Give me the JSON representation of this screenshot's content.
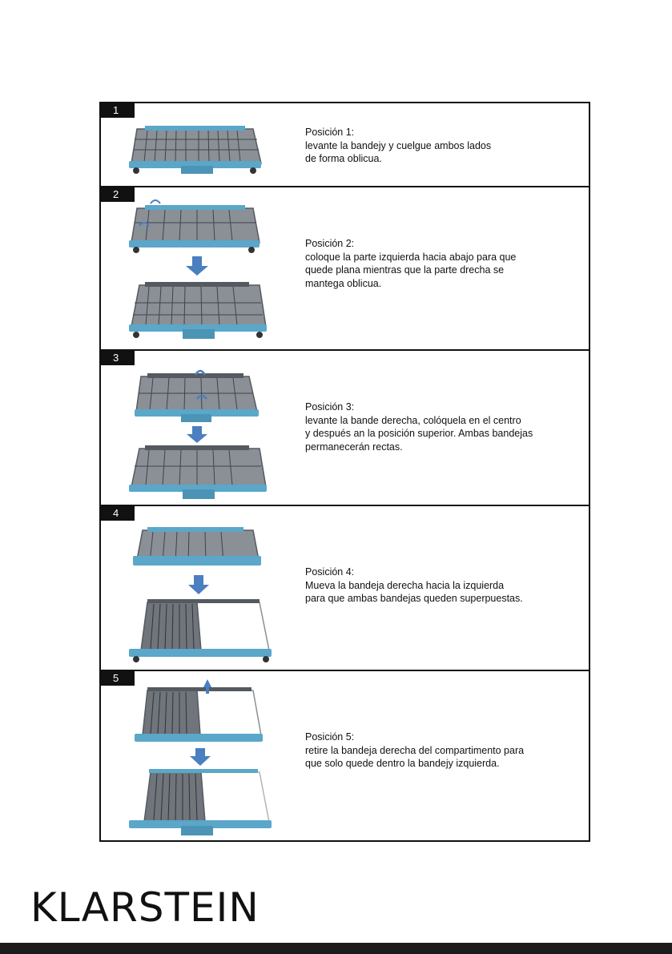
{
  "brand": "KLARSTEIN",
  "colors": {
    "rack_blue": "#5aa7c9",
    "rack_grey": "#555a60",
    "arrow_blue": "#4a7fc0",
    "label_bg": "#111111"
  },
  "steps": [
    {
      "number": "1",
      "title": "Posición 1:",
      "lines": [
        "levante la bandejy y cuelgue ambos lados",
        "de forma oblicua."
      ]
    },
    {
      "number": "2",
      "title": "Posición 2:",
      "lines": [
        "coloque la parte izquierda hacia abajo para que",
        "quede plana mientras que la parte drecha se",
        "mantega oblicua."
      ]
    },
    {
      "number": "3",
      "title": "Posición 3:",
      "lines": [
        "levante la bande derecha, colóquela en el centro",
        "y después an la posición superior. Ambas bandejas",
        "permanecerán rectas."
      ]
    },
    {
      "number": "4",
      "title": "Posición 4:",
      "lines": [
        "Mueva la bandeja derecha hacia la izquierda",
        "para que ambas bandejas queden superpuestas."
      ]
    },
    {
      "number": "5",
      "title": "Posición 5:",
      "lines": [
        "retire la bandeja derecha del compartimento para",
        "que solo quede dentro la bandejy izquierda."
      ]
    }
  ]
}
